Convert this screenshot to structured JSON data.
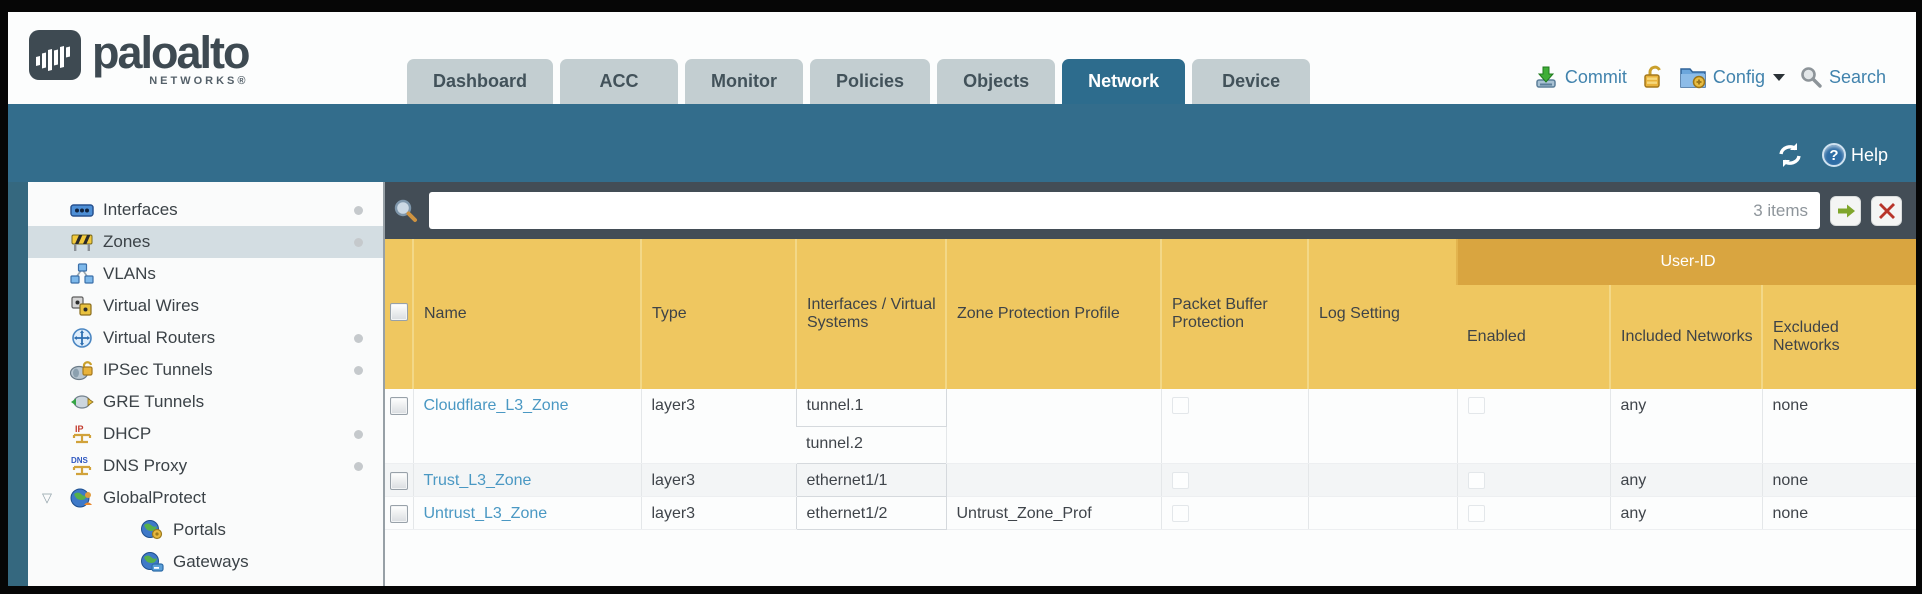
{
  "brand": {
    "name": "paloalto",
    "networks": "NETWORKS®",
    "logo_icon": "paloalto-logo-icon"
  },
  "nav": {
    "tabs": [
      {
        "label": "Dashboard",
        "active": false
      },
      {
        "label": "ACC",
        "active": false
      },
      {
        "label": "Monitor",
        "active": false
      },
      {
        "label": "Policies",
        "active": false
      },
      {
        "label": "Objects",
        "active": false
      },
      {
        "label": "Network",
        "active": true
      },
      {
        "label": "Device",
        "active": false
      }
    ]
  },
  "utilities": {
    "commit": {
      "label": "Commit",
      "icon": "commit-icon"
    },
    "lock": {
      "icon": "lock-icon"
    },
    "config": {
      "label": "Config",
      "icon": "config-icon",
      "caret": "chevron-down-icon"
    },
    "search": {
      "label": "Search",
      "icon": "search-icon"
    }
  },
  "teal_toolbar": {
    "refresh_icon": "refresh-icon",
    "help_icon": "help-icon",
    "help_label": "Help"
  },
  "sidebar": {
    "items": [
      {
        "label": "Interfaces",
        "icon": "interfaces-icon",
        "dot": true,
        "selected": false
      },
      {
        "label": "Zones",
        "icon": "zones-icon",
        "dot": true,
        "selected": true
      },
      {
        "label": "VLANs",
        "icon": "vlans-icon",
        "dot": false,
        "selected": false
      },
      {
        "label": "Virtual Wires",
        "icon": "virtual-wires-icon",
        "dot": false,
        "selected": false
      },
      {
        "label": "Virtual Routers",
        "icon": "virtual-routers-icon",
        "dot": true,
        "selected": false
      },
      {
        "label": "IPSec Tunnels",
        "icon": "ipsec-tunnels-icon",
        "dot": true,
        "selected": false
      },
      {
        "label": "GRE Tunnels",
        "icon": "gre-tunnels-icon",
        "dot": false,
        "selected": false
      },
      {
        "label": "DHCP",
        "icon": "dhcp-icon",
        "dot": true,
        "selected": false
      },
      {
        "label": "DNS Proxy",
        "icon": "dns-proxy-icon",
        "dot": true,
        "selected": false
      },
      {
        "label": "GlobalProtect",
        "icon": "globalprotect-icon",
        "dot": false,
        "selected": false,
        "expanded": true
      },
      {
        "label": "Portals",
        "icon": "portals-icon",
        "dot": false,
        "selected": false,
        "child": true
      },
      {
        "label": "Gateways",
        "icon": "gateways-icon",
        "dot": false,
        "selected": false,
        "child": true
      }
    ]
  },
  "toolbar": {
    "search_value": "",
    "items_count": "3 items",
    "search_icon": "magnifier-icon",
    "apply_icon": "green-arrow-icon",
    "clear_icon": "red-x-icon"
  },
  "table": {
    "group_header": "User-ID",
    "columns": [
      "Name",
      "Type",
      "Interfaces / Virtual Systems",
      "Zone Protection Profile",
      "Packet Buffer Protection",
      "Log Setting",
      "Enabled",
      "Included Networks",
      "Excluded Networks"
    ],
    "rows": [
      {
        "name": "Cloudflare_L3_Zone",
        "type": "layer3",
        "interfaces": [
          "tunnel.1",
          "tunnel.2"
        ],
        "zone_protection_profile": "",
        "packet_buffer_protection": false,
        "log_setting": "",
        "enabled": false,
        "included_networks": "any",
        "excluded_networks": "none"
      },
      {
        "name": "Trust_L3_Zone",
        "type": "layer3",
        "interfaces": [
          "ethernet1/1"
        ],
        "zone_protection_profile": "",
        "packet_buffer_protection": false,
        "log_setting": "",
        "enabled": false,
        "included_networks": "any",
        "excluded_networks": "none"
      },
      {
        "name": "Untrust_L3_Zone",
        "type": "layer3",
        "interfaces": [
          "ethernet1/2"
        ],
        "zone_protection_profile": "Untrust_Zone_Prof",
        "packet_buffer_protection": false,
        "log_setting": "",
        "enabled": false,
        "included_networks": "any",
        "excluded_networks": "none"
      }
    ]
  },
  "colors": {
    "teal_band": "#336d8c",
    "active_tab": "#2d6c8d",
    "inactive_tab": "#c3ced1",
    "toolbar_slate": "#434d56",
    "header_amber": "#efc760",
    "userid_band": "#d9a540",
    "link_blue": "#4a98c3",
    "selected_row": "#d3dde2",
    "alt_row": "#f3f5f6"
  }
}
